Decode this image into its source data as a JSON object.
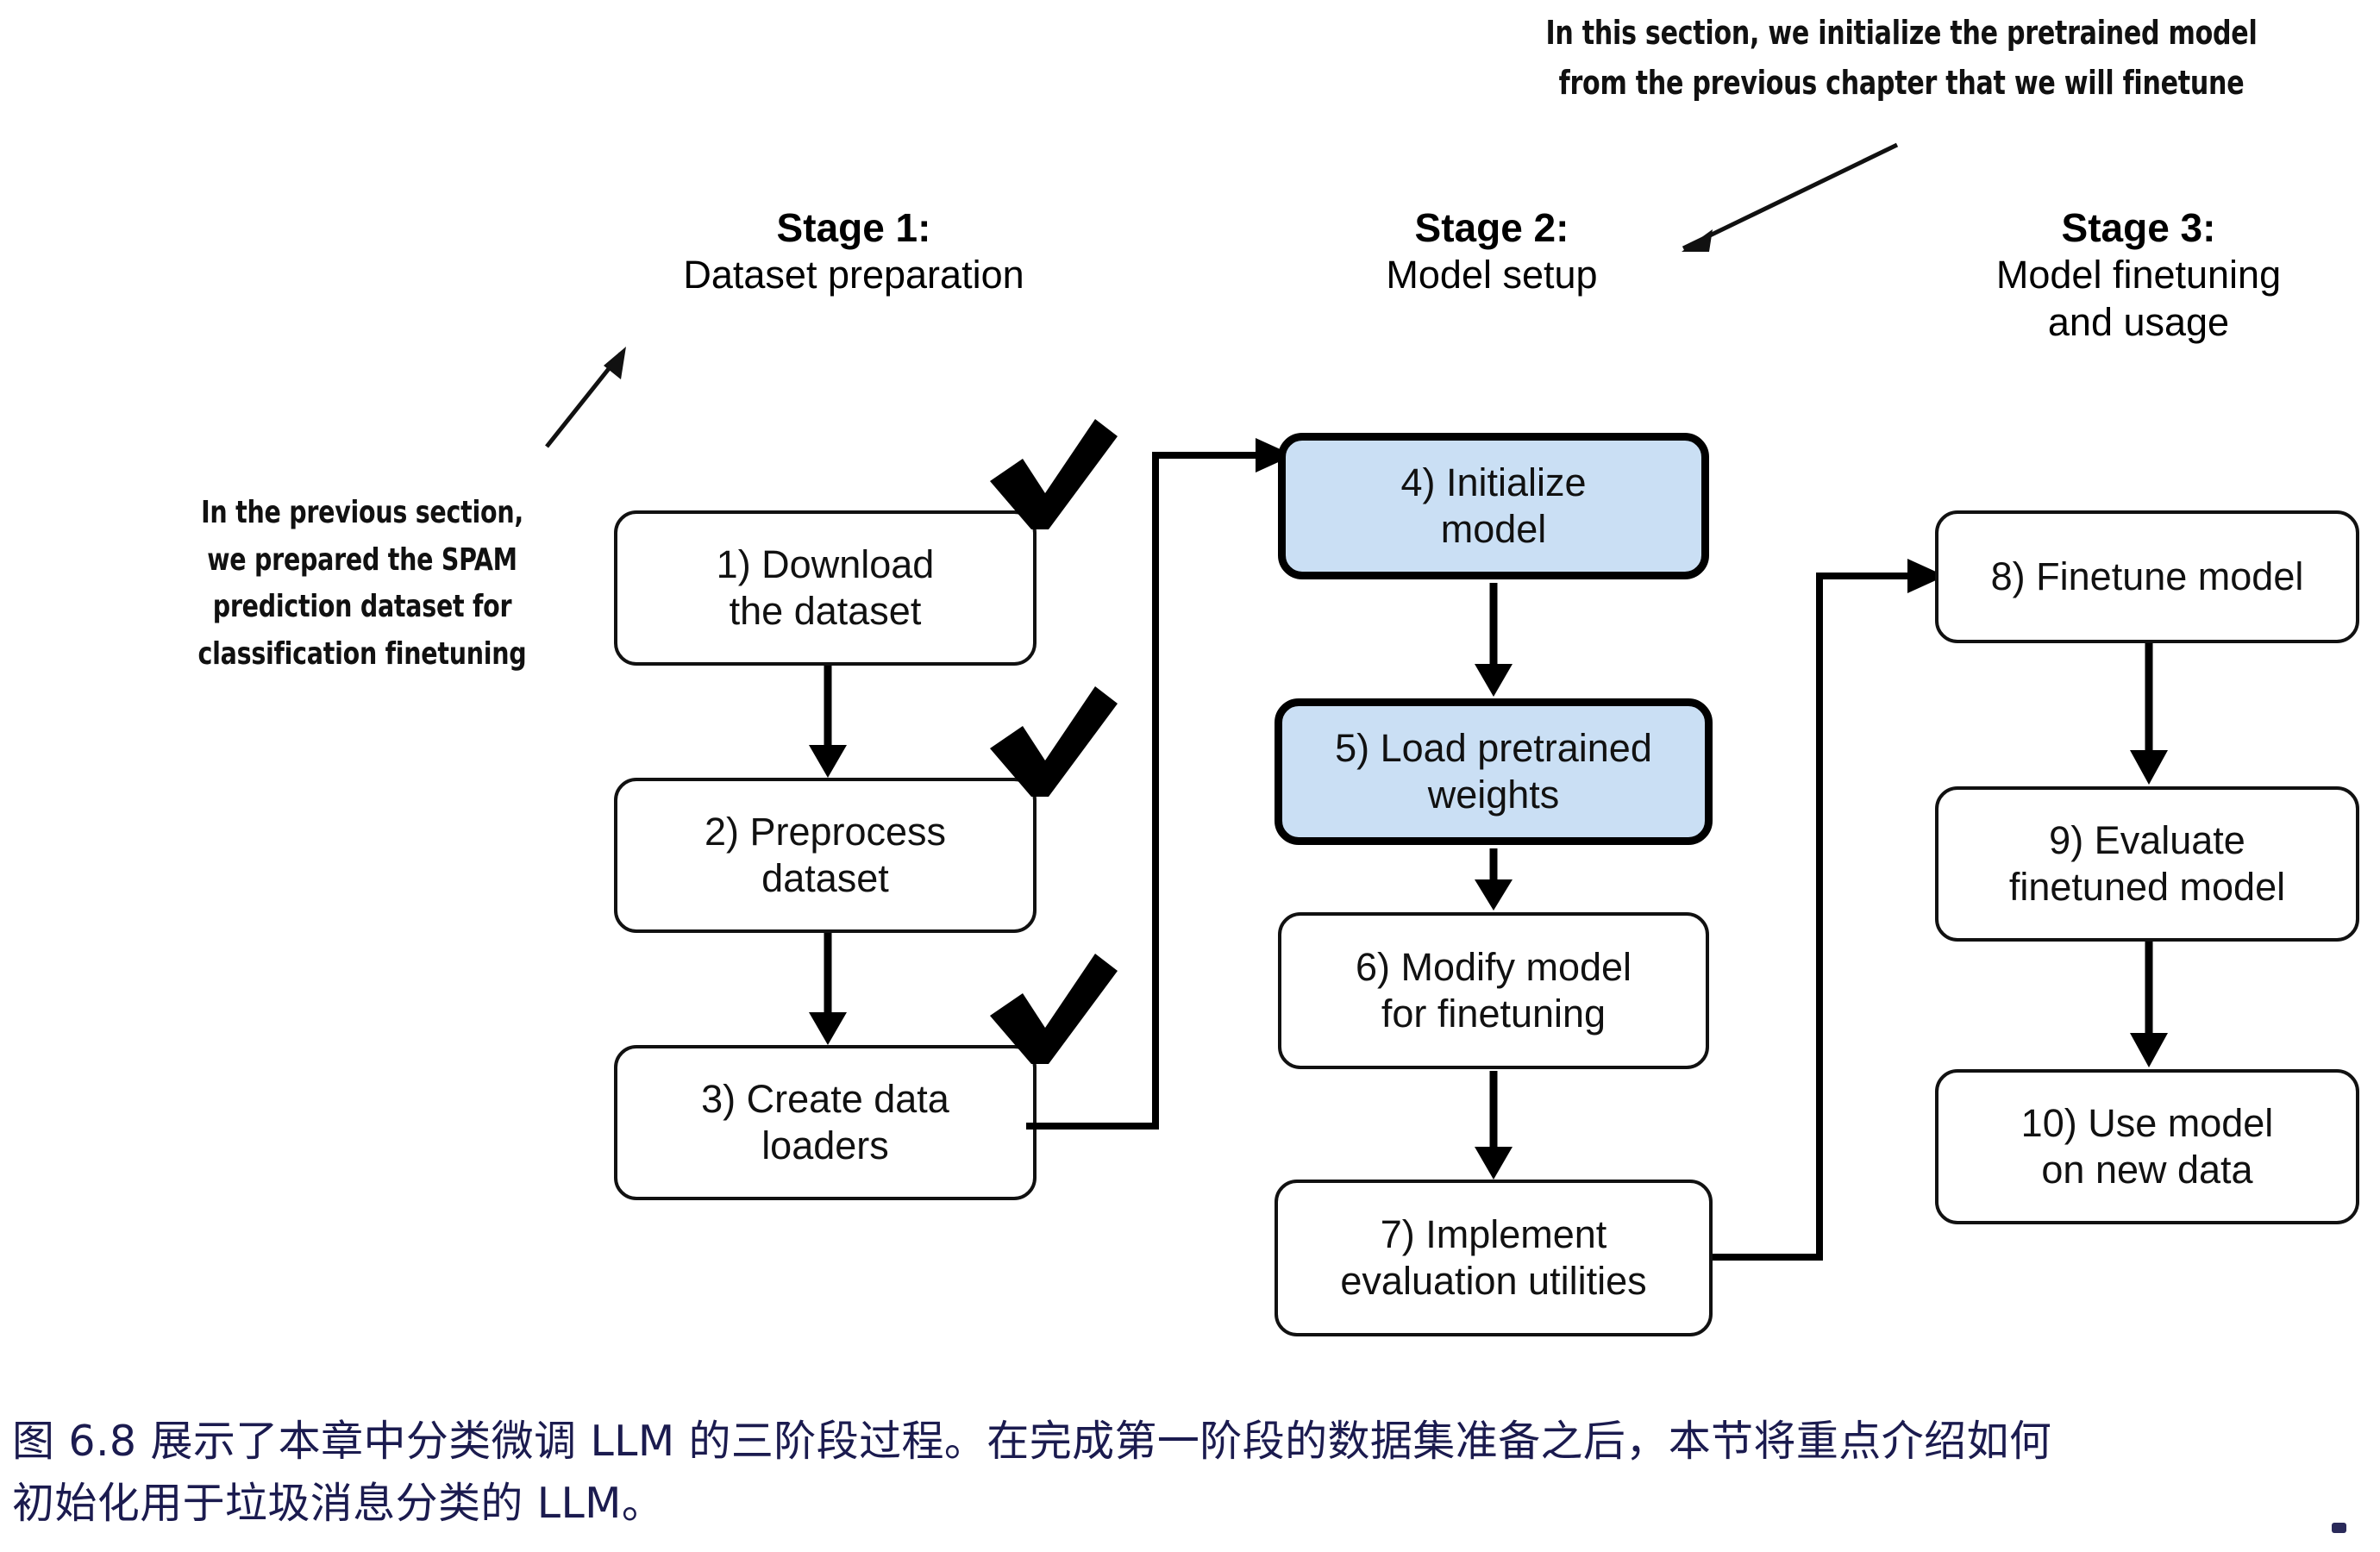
{
  "annotations": {
    "top_right": {
      "lines": [
        "In this section, we initialize the pretrained model",
        "from the previous chapter that we will finetune"
      ],
      "arrow": "arrow-down-left"
    },
    "left": {
      "lines": [
        "In the previous section,",
        "we prepared the SPAM",
        "prediction dataset for",
        "classification finetuning"
      ],
      "arrow": "arrow-up-right"
    }
  },
  "stages": [
    {
      "id": "stage-1",
      "title": "Stage 1:",
      "subtitle": "Dataset preparation",
      "steps": [
        {
          "id": "step-1",
          "label": "1) Download\nthe dataset",
          "line1": "1) Download",
          "line2": "the dataset",
          "highlighted": false,
          "checked": true
        },
        {
          "id": "step-2",
          "label": "2) Preprocess\ndataset",
          "line1": "2) Preprocess",
          "line2": "dataset",
          "highlighted": false,
          "checked": true
        },
        {
          "id": "step-3",
          "label": "3) Create data\nloaders",
          "line1": "3) Create data",
          "line2": "loaders",
          "highlighted": false,
          "checked": true
        }
      ]
    },
    {
      "id": "stage-2",
      "title": "Stage 2:",
      "subtitle": "Model setup",
      "steps": [
        {
          "id": "step-4",
          "label": "4) Initialize\nmodel",
          "line1": "4) Initialize",
          "line2": "model",
          "highlighted": true,
          "checked": false
        },
        {
          "id": "step-5",
          "label": "5) Load pretrained\nweights",
          "line1": "5) Load pretrained",
          "line2": "weights",
          "highlighted": true,
          "checked": false
        },
        {
          "id": "step-6",
          "label": "6) Modify model\nfor finetuning",
          "line1": "6) Modify model",
          "line2": "for finetuning",
          "highlighted": false,
          "checked": false
        },
        {
          "id": "step-7",
          "label": "7) Implement\nevaluation utilities",
          "line1": "7) Implement",
          "line2": "evaluation utilities",
          "highlighted": false,
          "checked": false
        }
      ]
    },
    {
      "id": "stage-3",
      "title": "Stage 3:",
      "subtitle": "Model finetuning\nand usage",
      "subtitle_line1": "Model finetuning",
      "subtitle_line2": "and usage",
      "steps": [
        {
          "id": "step-8",
          "label": "8) Finetune model",
          "line1": "8) Finetune model",
          "line2": "",
          "highlighted": false,
          "checked": false
        },
        {
          "id": "step-9",
          "label": "9) Evaluate\nfinetuned model",
          "line1": "9) Evaluate",
          "line2": "finetuned model",
          "highlighted": false,
          "checked": false
        },
        {
          "id": "step-10",
          "label": "10) Use model\non new data",
          "line1": "10) Use model",
          "line2": "on new data",
          "highlighted": false,
          "checked": false
        }
      ]
    }
  ],
  "caption": {
    "line1": "图 6.8 展示了本章中分类微调 LLM 的三阶段过程。在完成第一阶段的数据集准备之后，本节将重点介绍如何",
    "line2": "初始化用于垃圾消息分类的 LLM。"
  },
  "colors": {
    "highlight_fill": "#cadff4",
    "box_border": "#111111",
    "caption_text": "#1b1b4f",
    "background": "#ffffff",
    "ink": "#000000"
  }
}
